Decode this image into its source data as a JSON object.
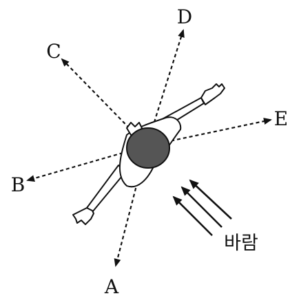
{
  "labels": {
    "a": "A",
    "b": "B",
    "c": "C",
    "d": "D",
    "e": "E"
  },
  "wind": {
    "label": "바람"
  },
  "colors": {
    "ink": "#111111",
    "hair": "#555555",
    "background": "#ffffff"
  }
}
